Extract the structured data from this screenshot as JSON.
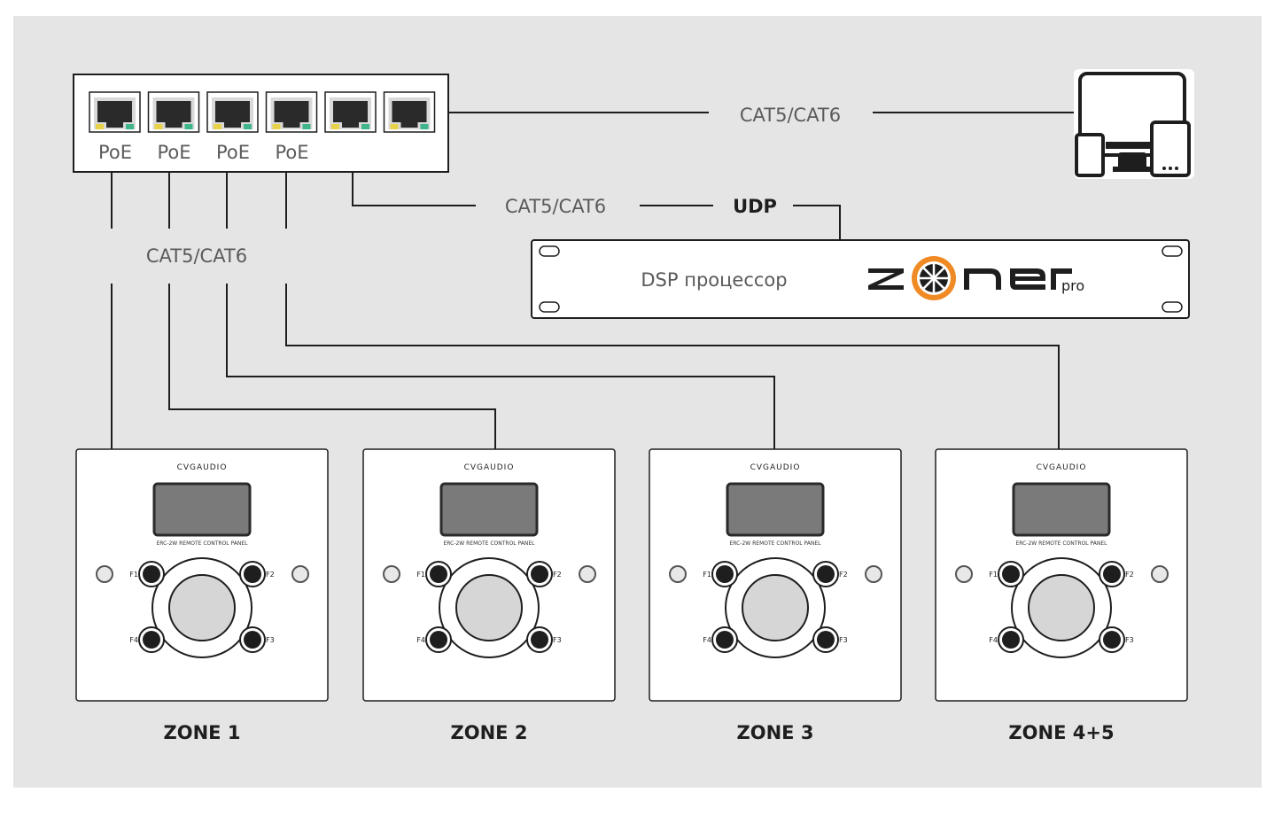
{
  "switch": {
    "ports": [
      "PoE",
      "PoE",
      "PoE",
      "PoE",
      "",
      ""
    ]
  },
  "links": {
    "to_devices": "CAT5/CAT6",
    "to_dsp": "CAT5/CAT6",
    "protocol": "UDP",
    "to_panels": "CAT5/CAT6"
  },
  "dsp": {
    "label": "DSP процессор",
    "logo_text": "zoner",
    "logo_suffix": "pro"
  },
  "panels": [
    {
      "brand": "CVGAUDIO",
      "model": "ERC-2W REMOTE CONTROL PANEL",
      "keys": [
        "F1",
        "F2",
        "F4",
        "F3"
      ],
      "zone": "ZONE 1"
    },
    {
      "brand": "CVGAUDIO",
      "model": "ERC-2W REMOTE CONTROL PANEL",
      "keys": [
        "F1",
        "F2",
        "F4",
        "F3"
      ],
      "zone": "ZONE 2"
    },
    {
      "brand": "CVGAUDIO",
      "model": "ERC-2W REMOTE CONTROL PANEL",
      "keys": [
        "F1",
        "F2",
        "F4",
        "F3"
      ],
      "zone": "ZONE 3"
    },
    {
      "brand": "CVGAUDIO",
      "model": "ERC-2W REMOTE CONTROL PANEL",
      "keys": [
        "F1",
        "F2",
        "F4",
        "F3"
      ],
      "zone": "ZONE 4+5"
    }
  ],
  "colors": {
    "background": "#e5e5e5",
    "accent": "#f08a24",
    "wire": "#1e1e1e"
  }
}
